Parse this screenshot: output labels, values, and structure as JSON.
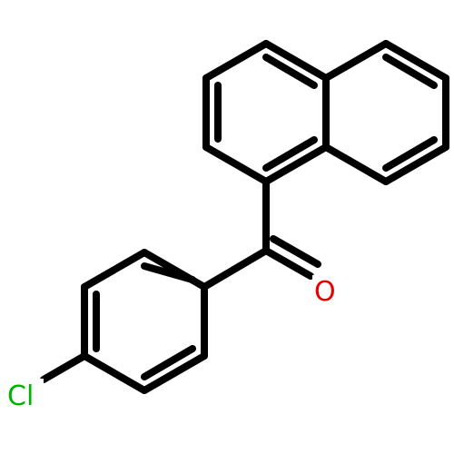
{
  "molecule": {
    "atoms": [
      {
        "id": "O",
        "label": "O",
        "color": "#e60000"
      },
      {
        "id": "Cl",
        "label": "Cl",
        "color": "#00b300"
      }
    ],
    "bond_color": "#000000"
  }
}
